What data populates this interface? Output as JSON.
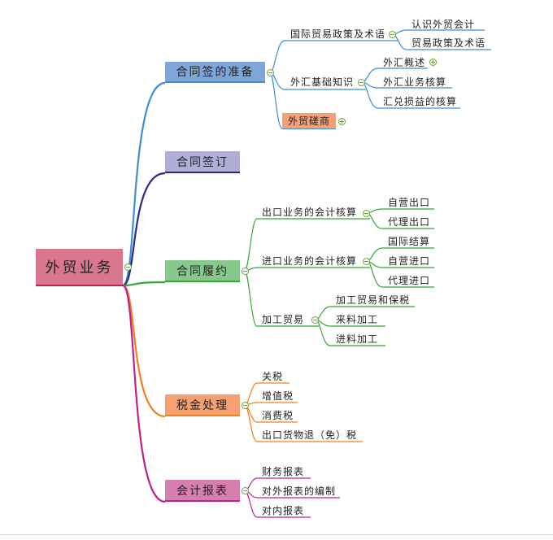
{
  "root": {
    "label": "外贸业务"
  },
  "branches": [
    {
      "key": "b1",
      "label": "合同签的准备",
      "children": [
        {
          "key": "b1c1",
          "label": "国际贸易政策及术语",
          "children": [
            {
              "key": "b1c1a",
              "label": "认识外贸会计"
            },
            {
              "key": "b1c1b",
              "label": "贸易政策及术语"
            }
          ]
        },
        {
          "key": "b1c2",
          "label": "外汇基础知识",
          "children": [
            {
              "key": "b1c2a",
              "label": "外汇概述"
            },
            {
              "key": "b1c2b",
              "label": "外汇业务核算"
            },
            {
              "key": "b1c2c",
              "label": "汇兑损益的核算"
            }
          ]
        },
        {
          "key": "b1c3",
          "label": "外贸磋商"
        }
      ]
    },
    {
      "key": "b2",
      "label": "合同签订"
    },
    {
      "key": "b3",
      "label": "合同履约",
      "children": [
        {
          "key": "b3c1",
          "label": "出口业务的会计核算",
          "children": [
            {
              "key": "b3c1a",
              "label": "自营出口"
            },
            {
              "key": "b3c1b",
              "label": "代理出口"
            }
          ]
        },
        {
          "key": "b3c2",
          "label": "进口业务的会计核算",
          "children": [
            {
              "key": "b3c2a",
              "label": "国际结算"
            },
            {
              "key": "b3c2b",
              "label": "自营进口"
            },
            {
              "key": "b3c2c",
              "label": "代理进口"
            }
          ]
        },
        {
          "key": "b3c3",
          "label": "加工贸易",
          "children": [
            {
              "key": "b3c3a",
              "label": "加工贸易和保税"
            },
            {
              "key": "b3c3b",
              "label": "来料加工"
            },
            {
              "key": "b3c3c",
              "label": "进料加工"
            }
          ]
        }
      ]
    },
    {
      "key": "b4",
      "label": "税金处理",
      "children": [
        {
          "key": "b4c1",
          "label": "关税"
        },
        {
          "key": "b4c2",
          "label": "增值税"
        },
        {
          "key": "b4c3",
          "label": "消费税"
        },
        {
          "key": "b4c4",
          "label": "出口货物退（免）税"
        }
      ]
    },
    {
      "key": "b5",
      "label": "会计报表",
      "children": [
        {
          "key": "b5c1",
          "label": "财务报表"
        },
        {
          "key": "b5c2",
          "label": "对外报表的编制"
        },
        {
          "key": "b5c3",
          "label": "对内报表"
        }
      ]
    }
  ],
  "colors": {
    "root": "#d9778f",
    "b1": "#7ea6d8",
    "b2": "#b0aed6",
    "b3": "#86c98a",
    "b4": "#f4a070",
    "b5": "#d77fb0",
    "b1c3": "#f4a07a",
    "line_b1": "#3d8fd0",
    "line_b2": "#2a2a80",
    "line_b3": "#34a834",
    "line_b4": "#f08020",
    "line_b5": "#c0208a",
    "toggle": "#6aa53a"
  }
}
